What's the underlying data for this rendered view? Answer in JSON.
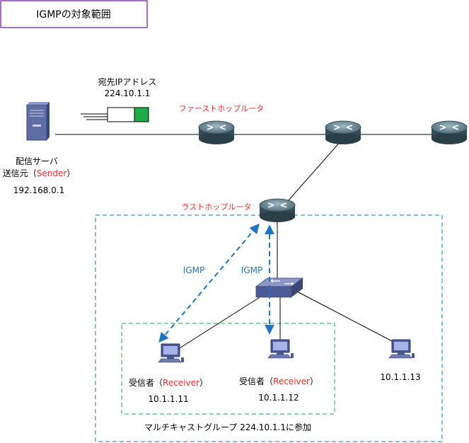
{
  "title": "IGMPの対象範囲",
  "packet": {
    "line1": "宛先IPアドレス",
    "line2": "224.10.1.1"
  },
  "sender": {
    "line1": "配信サーバ",
    "prefix": "送信元（",
    "role": "Sender",
    "suffix": "）",
    "ip": "192.168.0.1"
  },
  "routers": {
    "first_hop_label": "ファーストホップルータ",
    "last_hop_label": "ラストホップルータ"
  },
  "igmp_labels": [
    "IGMP",
    "IGMP"
  ],
  "receivers": [
    {
      "prefix": "受信者（",
      "role": "Receiver",
      "suffix": "）",
      "ip": "10.1.1.11"
    },
    {
      "prefix": "受信者（",
      "role": "Receiver",
      "suffix": "）",
      "ip": "10.1.1.12"
    }
  ],
  "host3": {
    "ip": "10.1.1.13"
  },
  "group_label": "マルチキャストグループ 224.10.1.1に参加",
  "colors": {
    "title_border": "#8a3fb0",
    "red_text": "#e53030",
    "igmp_blue": "#1f74c2",
    "lan_dashed": "#3b8fc4",
    "group_dashed": "#47b76e",
    "router": "#3f5a66",
    "packet_green": "#1cad4a"
  }
}
